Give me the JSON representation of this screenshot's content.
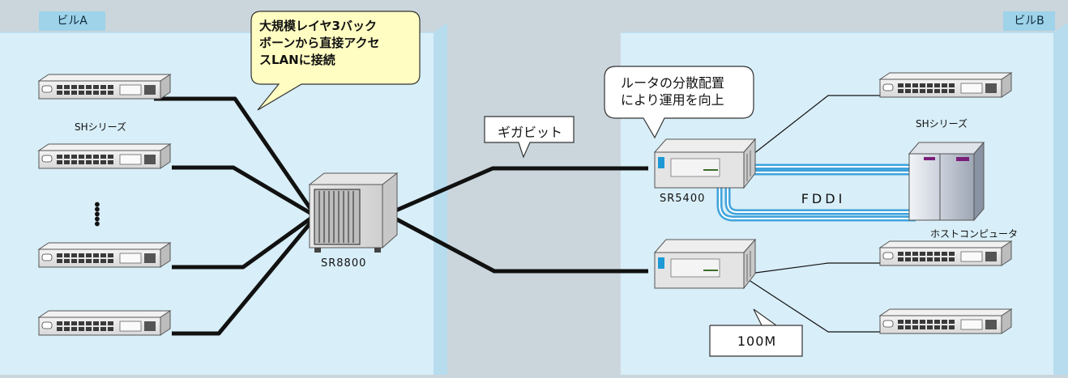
{
  "buildings": {
    "a": {
      "label": "ビルA"
    },
    "b": {
      "label": "ビルB"
    }
  },
  "callouts": {
    "backbone": {
      "lines": [
        "大規模レイヤ3バック",
        "ボーンから直接アクセ",
        "スLANに接続"
      ]
    },
    "router": {
      "lines": [
        "ルータの分散配置",
        "により運用を向上"
      ]
    }
  },
  "links": {
    "gigabit": "ギガビット",
    "fddi": "FDDI",
    "fast": "100M"
  },
  "devices": {
    "sr8800": "SR8800",
    "sr5400": "SR5400",
    "sh_series_a": "SHシリーズ",
    "sh_series_b": "SHシリーズ",
    "host": "ホストコンピュータ",
    "ellipsis": "…"
  },
  "colors": {
    "background": "#cbd6dc",
    "building_front": "#d8eef8",
    "building_side": "#b7dcee",
    "tag": "#9ed3ea",
    "callout_fill": "#fffdc2",
    "fddi": "#3fa3dc",
    "cable": "#111111"
  }
}
